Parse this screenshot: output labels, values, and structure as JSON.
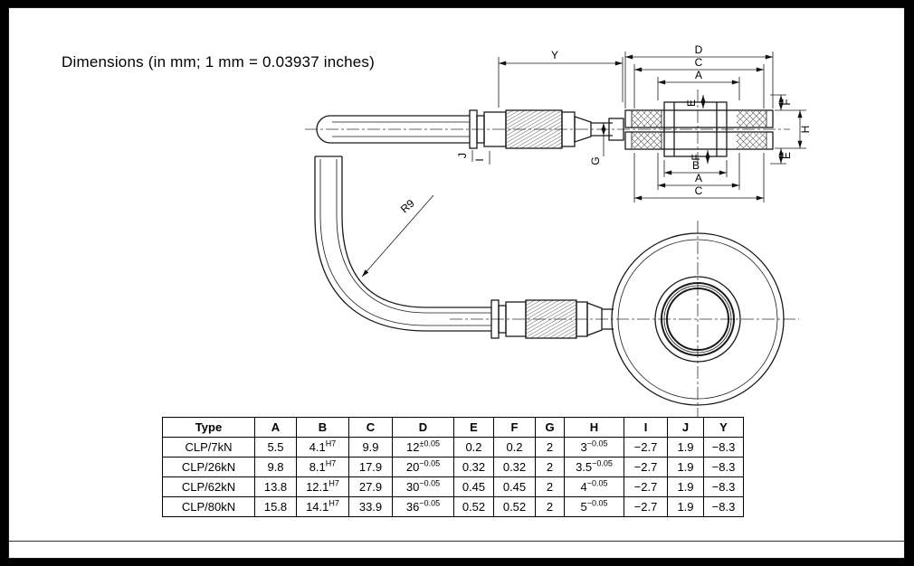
{
  "page": {
    "title": "Dimensions (in mm; 1 mm = 0.03937 inches)"
  },
  "drawing": {
    "labels": {
      "Y": "Y",
      "D": "D",
      "C": "C",
      "A": "A",
      "B": "B",
      "E": "E",
      "F": "F",
      "G": "G",
      "H": "H",
      "I": "I",
      "J": "J",
      "R9": "R9"
    }
  },
  "table": {
    "headers": [
      "Type",
      "A",
      "B",
      "C",
      "D",
      "E",
      "F",
      "G",
      "H",
      "I",
      "J",
      "Y"
    ],
    "rows": [
      {
        "type": "CLP/7kN",
        "cells": [
          {
            "v": "5.5"
          },
          {
            "v": "4.1",
            "sup": "H7"
          },
          {
            "v": "9.9"
          },
          {
            "v": "12",
            "sup": "±0.05"
          },
          {
            "v": "0.2"
          },
          {
            "v": "0.2"
          },
          {
            "v": "2"
          },
          {
            "v": "3",
            "sup": "−0.05"
          },
          {
            "v": "−2.7"
          },
          {
            "v": "1.9"
          },
          {
            "v": "−8.3"
          }
        ]
      },
      {
        "type": "CLP/26kN",
        "cells": [
          {
            "v": "9.8"
          },
          {
            "v": "8.1",
            "sup": "H7"
          },
          {
            "v": "17.9"
          },
          {
            "v": "20",
            "sup": "−0.05"
          },
          {
            "v": "0.32"
          },
          {
            "v": "0.32"
          },
          {
            "v": "2"
          },
          {
            "v": "3.5",
            "sup": "−0.05"
          },
          {
            "v": "−2.7"
          },
          {
            "v": "1.9"
          },
          {
            "v": "−8.3"
          }
        ]
      },
      {
        "type": "CLP/62kN",
        "cells": [
          {
            "v": "13.8"
          },
          {
            "v": "12.1",
            "sup": "H7"
          },
          {
            "v": "27.9"
          },
          {
            "v": "30",
            "sup": "−0.05"
          },
          {
            "v": "0.45"
          },
          {
            "v": "0.45"
          },
          {
            "v": "2"
          },
          {
            "v": "4",
            "sup": "−0.05"
          },
          {
            "v": "−2.7"
          },
          {
            "v": "1.9"
          },
          {
            "v": "−8.3"
          }
        ]
      },
      {
        "type": "CLP/80kN",
        "cells": [
          {
            "v": "15.8"
          },
          {
            "v": "14.1",
            "sup": "H7"
          },
          {
            "v": "33.9"
          },
          {
            "v": "36",
            "sup": "−0.05"
          },
          {
            "v": "0.52"
          },
          {
            "v": "0.52"
          },
          {
            "v": "2"
          },
          {
            "v": "5",
            "sup": "−0.05"
          },
          {
            "v": "−2.7"
          },
          {
            "v": "1.9"
          },
          {
            "v": "−8.3"
          }
        ]
      }
    ]
  }
}
